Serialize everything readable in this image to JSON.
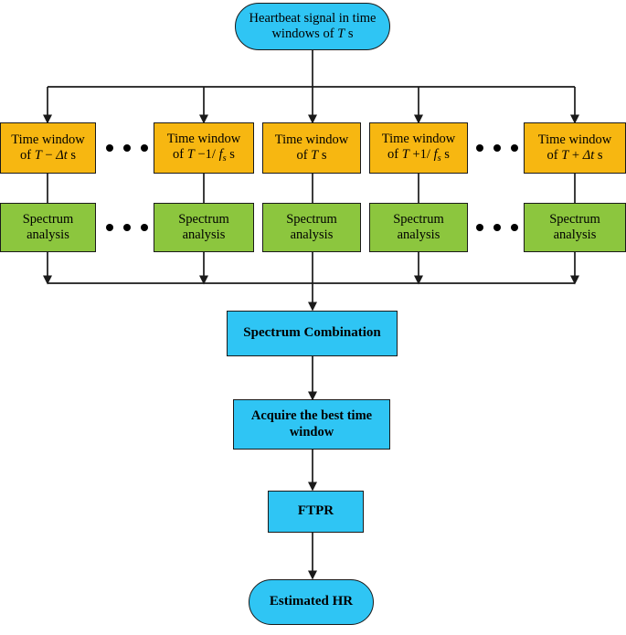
{
  "diagram": {
    "title": "Heartbeat HR estimation flowchart",
    "colors": {
      "orange": "#F7B711",
      "green": "#8CC63E",
      "blue": "#2FC5F4",
      "stroke": "#1A1A1A",
      "background": "#FFFFFF"
    },
    "nodes": {
      "source": {
        "line1": "Heartbeat signal in time",
        "line2_pre": "windows of ",
        "line2_var": "T",
        "line2_post": " s",
        "shape": "stadium",
        "color": "blue"
      },
      "time_windows": [
        {
          "id": "tw-minus-delta",
          "line1": "Time window",
          "line2_pre": "of  ",
          "line2_var": "T",
          "line2_op": " − ",
          "line2_delta": "Δt",
          "line2_post": "  s",
          "color": "orange"
        },
        {
          "id": "tw-minus-1fs",
          "line1": "Time window",
          "line2_pre": "of  ",
          "line2_var": "T",
          "line2_op": " −1/ ",
          "line2_f": "f",
          "line2_fsub": "s",
          "line2_post": " s",
          "color": "orange"
        },
        {
          "id": "tw-center",
          "line1": "Time window",
          "line2_pre": "of ",
          "line2_var": "T",
          "line2_post": " s",
          "color": "orange"
        },
        {
          "id": "tw-plus-1fs",
          "line1": "Time window",
          "line2_pre": "of  ",
          "line2_var": "T",
          "line2_op": " +1/ ",
          "line2_f": "f",
          "line2_fsub": "s",
          "line2_post": " s",
          "color": "orange"
        },
        {
          "id": "tw-plus-delta",
          "line1": "Time window",
          "line2_pre": "of  ",
          "line2_var": "T",
          "line2_op": " + ",
          "line2_delta": "Δt",
          "line2_post": "  s",
          "color": "orange"
        }
      ],
      "spectrum_analysis": {
        "line1": "Spectrum",
        "line2": "analysis",
        "color": "green",
        "count": 5
      },
      "spectrum_combination": {
        "label": "Spectrum Combination",
        "color": "blue"
      },
      "acquire_best_window": {
        "line1": "Acquire the best time",
        "line2": "window",
        "color": "blue"
      },
      "ftpr": {
        "label": "FTPR",
        "color": "blue"
      },
      "estimated_hr": {
        "label": "Estimated HR",
        "shape": "stadium",
        "color": "blue"
      }
    },
    "ellipsis": {
      "glyph": "•••",
      "count": 3,
      "positions": [
        "between-1-and-2",
        "between-4-and-5"
      ]
    }
  }
}
